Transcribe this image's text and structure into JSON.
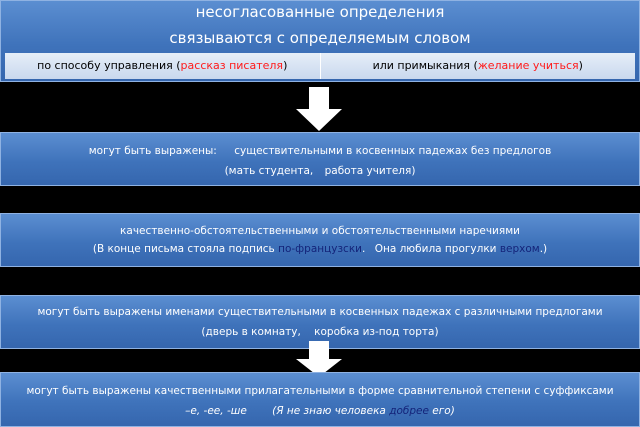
{
  "header": {
    "line1": "несогласованные определения",
    "line2": "связываются с определяемым словом",
    "left": {
      "text": "по способу управления",
      "example": "рассказ писателя"
    },
    "right": {
      "text": "или примыкания",
      "example": "желание учиться"
    }
  },
  "box1": {
    "label": "могут быть выражены:",
    "text": "существительными в косвенных падежах без предлогов",
    "example1": "мать студента,",
    "example2": "работа учителя"
  },
  "box2": {
    "text": "качественно-обстоятельственными и обстоятельственными наречиями",
    "pre1": "В конце письма стояла подпись",
    "word1": "по-французски",
    "pre2": "Она любила прогулки",
    "word2": "верхом"
  },
  "box3": {
    "text": "могут быть выражены именами существительными в косвенных падежах с различными предлогами",
    "example1": "дверь в комнату,",
    "example2": "коробка",
    "example3": "из-под торта"
  },
  "box4": {
    "text": "могут быть выражены качественными прилагательными в форме сравнительной степени с суффиксами",
    "suffixes": "–е, -ее, -ше",
    "pre": "Я не знаю человека",
    "word": "добрее",
    "post": "его"
  },
  "colors": {
    "box": "#3f73bb",
    "red": "#ff1a1a",
    "navy": "#14247a",
    "background": "#000000"
  }
}
